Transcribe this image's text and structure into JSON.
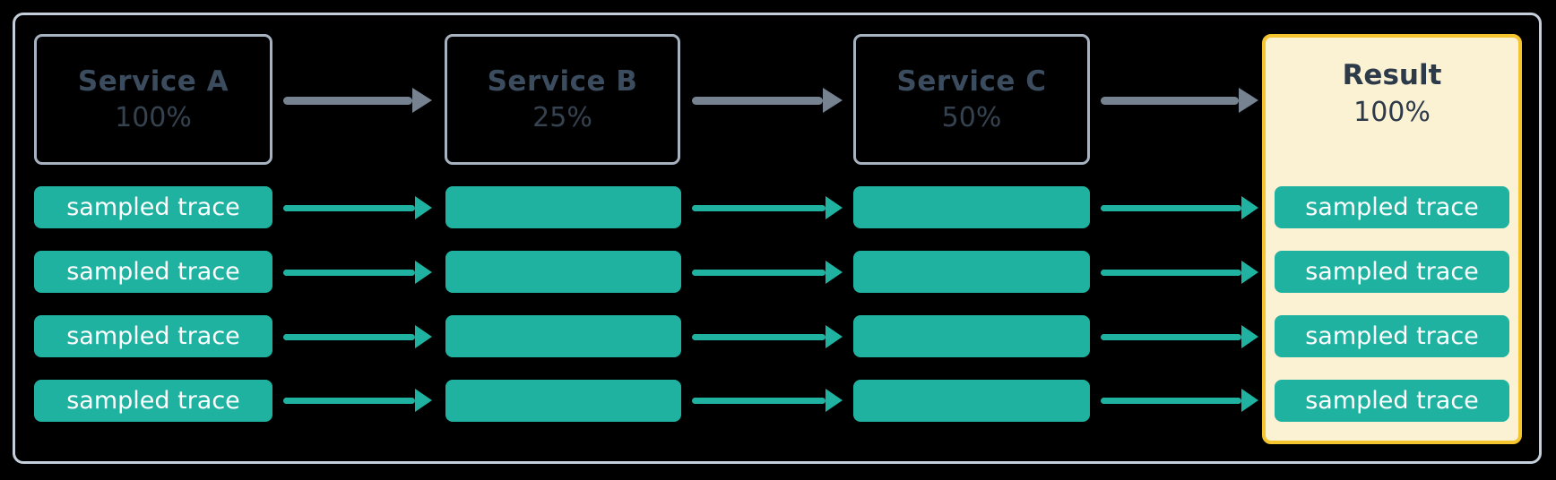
{
  "diagram": {
    "services": [
      {
        "label": "Service A",
        "percentage": "100%"
      },
      {
        "label": "Service B",
        "percentage": "25%"
      },
      {
        "label": "Service C",
        "percentage": "50%"
      }
    ],
    "result": {
      "label": "Result",
      "percentage": "100%"
    },
    "trace_label": "sampled trace",
    "trace_rows": 4
  },
  "colors": {
    "background": "#000000",
    "frame_border": "#C5CFDB",
    "service_box_border": "#A7B2C0",
    "service_text": "#3C4C5F",
    "gray_arrow": "#76828F",
    "trace_green": "#1FB2A1",
    "trace_text": "#FFFFFF",
    "result_border": "#F4C52F",
    "result_background": "#FBF1D3",
    "result_text": "#2C3A4A"
  }
}
